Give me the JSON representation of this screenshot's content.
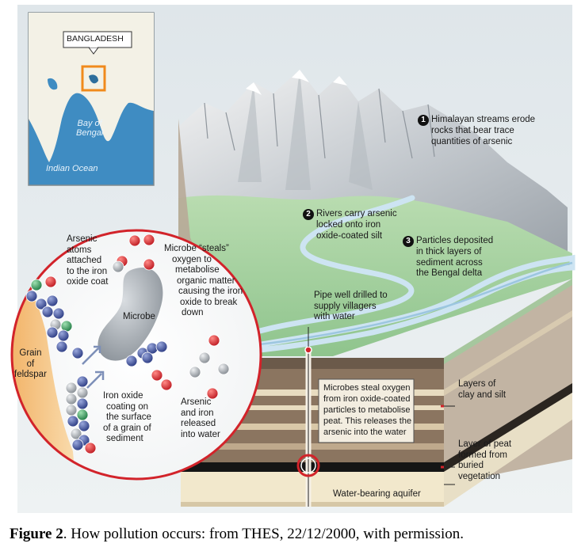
{
  "map": {
    "country": "BANGLADESH",
    "bay": [
      "Bay of",
      "Bengal"
    ],
    "ocean": "Indian Ocean"
  },
  "labels": {
    "step1": {
      "num": "1",
      "lines": [
        "Himalayan streams erode",
        "rocks that bear trace",
        "quantities of arsenic"
      ]
    },
    "step2": {
      "num": "2",
      "lines": [
        "Rivers carry arsenic",
        "locked onto iron",
        "oxide-coated silt"
      ]
    },
    "step3": {
      "num": "3",
      "lines": [
        "Particles deposited",
        "in thick layers of",
        "sediment across",
        "the Bengal delta"
      ]
    },
    "pipe_well": [
      "Pipe well drilled to",
      "supply villagers",
      "with water"
    ],
    "microbes_steal": [
      "Microbes steal oxygen",
      "from iron oxide-coated",
      "particles to metabolise",
      "peat. This releases the",
      "arsenic into the water"
    ],
    "clay_silt": [
      "Layers of",
      "clay and silt"
    ],
    "peat": [
      "Layer of peat",
      "formed from",
      "buried",
      "vegetation"
    ],
    "aquifer": "Water-bearing aquifer"
  },
  "inset": {
    "arsenic_atoms": [
      "Arsenic",
      "atoms",
      "attached",
      "to the iron",
      "oxide coat"
    ],
    "microbe_steals": [
      "Microbe “steals”",
      "oxygen to",
      "metabolise",
      "organic matter",
      "causing the iron",
      "oxide to break",
      "down"
    ],
    "microbe": "Microbe",
    "grain": [
      "Grain",
      "of",
      "feldspar"
    ],
    "iron_oxide": [
      "Iron oxide",
      "coating on",
      "the surface",
      "of a grain of",
      "sediment"
    ],
    "arsenic_iron": [
      "Arsenic",
      "and iron",
      "released",
      "into water"
    ]
  },
  "caption": {
    "bold": "Figure 2",
    "text": ". How pollution occurs: from THES,  22/12/2000, with permission."
  },
  "colors": {
    "sea": "#3f8cc2",
    "land": "#f3f1e6",
    "highlight": "#f08a1c",
    "red_atom": "#d2232a",
    "blue_atom": "#3a4f9c",
    "green_atom": "#3a9a5a",
    "gray_atom": "#a5aab0",
    "ground": "#8b7560",
    "valley": "#9ccf9a"
  }
}
